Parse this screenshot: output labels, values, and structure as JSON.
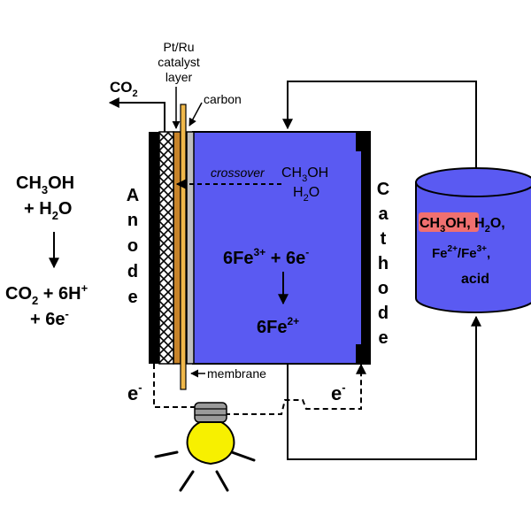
{
  "colors": {
    "cathode_fluid": "#5a5af2",
    "gold": "#f0b84a",
    "orange": "#c8842a",
    "membrane": "#bfbfbf",
    "bulb": "#f7f000",
    "highlight": "#f07070"
  },
  "labels": {
    "catalyst": [
      "Pt/Ru",
      "catalyst",
      "layer"
    ],
    "carbon": "carbon",
    "membrane": "membrane",
    "co2_out": {
      "main": "CO",
      "sub": "2"
    },
    "crossover": "crossover",
    "crossover_species": {
      "line1_main": "CH",
      "line1_sub": "3",
      "line1_rest": "OH",
      "line2_main": "H",
      "line2_sub": "2",
      "line2_rest": "O"
    },
    "anode_letters": [
      "A",
      "n",
      "o",
      "d",
      "e"
    ],
    "cathode_letters": [
      "C",
      "a",
      "t",
      "h",
      "o",
      "d",
      "e"
    ],
    "electron_left": {
      "main": "e",
      "sup": "-"
    },
    "electron_right": {
      "main": "e",
      "sup": "-"
    }
  },
  "cathode_reaction": {
    "line1": {
      "a": "6Fe",
      "a_sup": "3+",
      "b": " + 6e",
      "b_sup": "-"
    },
    "line2": {
      "a": "6Fe",
      "a_sup": "2+"
    }
  },
  "anode_reaction": {
    "line1": {
      "a": "CH",
      "a_sub": "3",
      "b": "OH"
    },
    "line2": {
      "a": "+ H",
      "a_sub": "2",
      "b": "O"
    },
    "line3": {
      "a": "CO",
      "a_sub": "2",
      "b": " + 6H",
      "b_sup": "+"
    },
    "line4": {
      "a": "+ 6e",
      "a_sup": "-"
    }
  },
  "tank": {
    "line1": {
      "a": "CH",
      "a_sub": "3",
      "b": "OH",
      "c": ", H",
      "c_sub": "2",
      "d": "O,"
    },
    "line2": {
      "a": "Fe",
      "a_sup": "2+",
      "b": "/Fe",
      "b_sup": "3+",
      "c": ","
    },
    "line3": "acid"
  }
}
